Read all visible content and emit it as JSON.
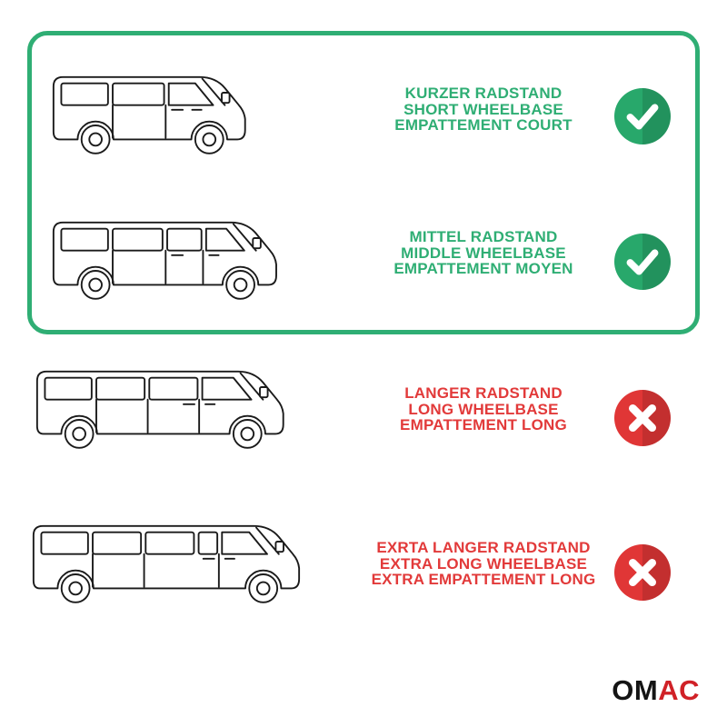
{
  "title": "Van wheelbase compatibility chart",
  "colors": {
    "text_green": "#2fae74",
    "text_red": "#e23a3a",
    "frame_green": "#2fae74",
    "icon_green": "#28a86b",
    "icon_red": "#e03636",
    "logo_black": "#141414",
    "logo_red": "#d02127"
  },
  "rows": [
    {
      "name": "short-wheelbase",
      "status": "check",
      "lines": [
        "KURZER RADSTAND",
        "SHORT WHEELBASE",
        "EMPATTEMENT COURT"
      ]
    },
    {
      "name": "middle-wheelbase",
      "status": "check",
      "lines": [
        "MITTEL RADSTAND",
        "MIDDLE WHEELBASE",
        "EMPATTEMENT MOYEN"
      ]
    },
    {
      "name": "long-wheelbase",
      "status": "cross",
      "lines": [
        "LANGER RADSTAND",
        "LONG WHEELBASE",
        "EMPATTEMENT LONG"
      ]
    },
    {
      "name": "extra-long-wheelbase",
      "status": "cross",
      "lines": [
        "EXRTA LANGER RADSTAND",
        "EXTRA LONG WHEELBASE",
        "EXTRA EMPATTEMENT LONG"
      ]
    }
  ],
  "logo": {
    "black": "OM",
    "red": "AC"
  }
}
